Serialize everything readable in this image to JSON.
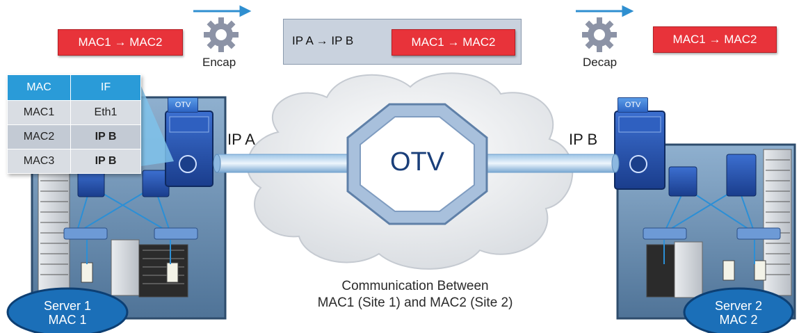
{
  "top": {
    "left_mac_frame": "MAC1 → MAC2",
    "encap_label": "Encap",
    "encapsulated_frame": {
      "ip": "IP A → IP B",
      "mac": "MAC1 → MAC2"
    },
    "decap_label": "Decap",
    "right_mac_frame": "MAC1 → MAC2"
  },
  "mac_table": {
    "headers": [
      "MAC",
      "IF"
    ],
    "rows": [
      [
        "MAC1",
        "Eth1"
      ],
      [
        "MAC2",
        "IP B"
      ],
      [
        "MAC3",
        "IP B"
      ]
    ]
  },
  "site1": {
    "otv_tag": "OTV",
    "ip_label": "IP A",
    "server": {
      "line1": "Server 1",
      "line2": "MAC 1"
    }
  },
  "site2": {
    "otv_tag": "OTV",
    "ip_label": "IP B",
    "server": {
      "line1": "Server 2",
      "line2": "MAC 2"
    }
  },
  "cloud": {
    "label": "OTV"
  },
  "caption": {
    "line1": "Communication Between",
    "line2": "MAC1 (Site 1) and MAC2 (Site 2)"
  },
  "colors": {
    "red_frame": "#e8333a",
    "table_header": "#2a9bd8",
    "site_bg": "#6e93b8",
    "arrow": "#2f8fd0",
    "octagon": "#7a9cc6"
  }
}
